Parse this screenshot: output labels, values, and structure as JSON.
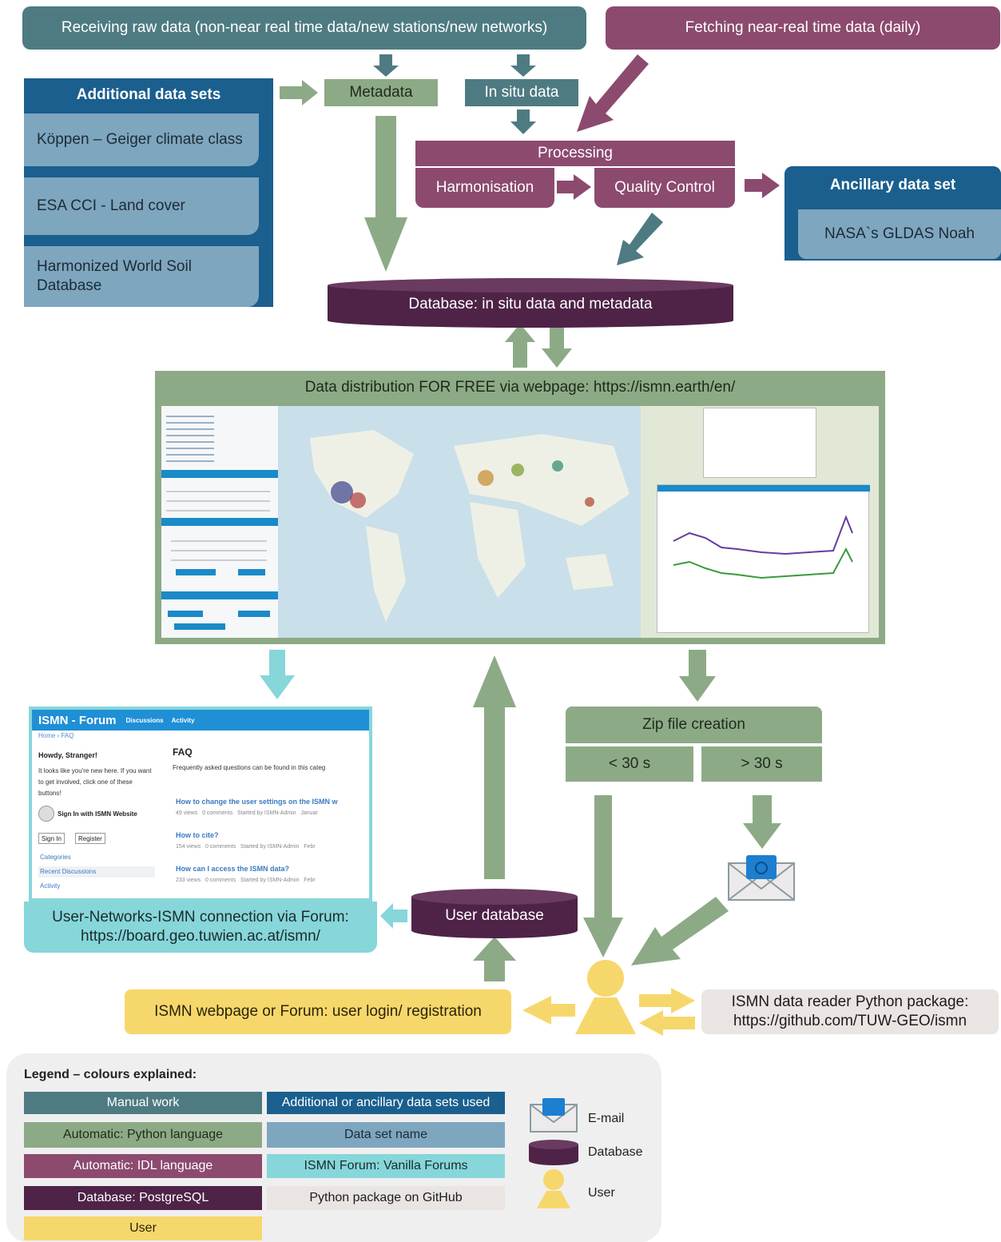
{
  "top": {
    "manual_input": "Receiving raw data (non-near real time data/new stations/new networks)",
    "nrt_fetch": "Fetching near-real time data (daily)"
  },
  "additional": {
    "header": "Additional data sets",
    "items": [
      "Köppen – Geiger climate class",
      "ESA CCI - Land cover",
      "Harmonized World Soil Database"
    ]
  },
  "metadata": "Metadata",
  "in_situ": "In situ data",
  "processing": {
    "title": "Processing",
    "harmonisation": "Harmonisation",
    "quality_control": "Quality Control"
  },
  "ancillary": {
    "header": "Ancillary data set",
    "item": "NASA`s GLDAS Noah"
  },
  "database_main": "Database: in situ data and metadata",
  "distribution": "Data distribution FOR FREE via webpage: https://ismn.earth/en/",
  "forum_shot": {
    "brand": "ISMN - Forum",
    "nav": [
      "Discussions",
      "Activity"
    ],
    "crumb": "Home › FAQ",
    "greeting": "Howdy, Stranger!",
    "intro": "It looks like you're new here. If you want to get involved, click one of these buttons!",
    "signin_ismn": "Sign In with ISMN Website",
    "buttons": [
      "Sign In",
      "Register"
    ],
    "side_links": [
      "Categories",
      "Recent Discussions",
      "Activity"
    ],
    "faq_title": "FAQ",
    "faq_sub": "Frequently asked questions can be found in this categ",
    "topics": [
      {
        "title": "How to change the user settings on the ISMN w",
        "meta": "49 views   0 comments   Started by ISMN-Admin   Januar"
      },
      {
        "title": "How to cite?",
        "meta": "154 views   0 comments   Started by ISMN-Admin   Febr"
      },
      {
        "title": "How can I access the ISMN data?",
        "meta": "233 views   0 comments   Started by ISMN-Admin   Febr"
      }
    ]
  },
  "forum_caption": "User-Networks-ISMN connection via Forum: https://board.geo.tuwien.ac.at/ismn/",
  "user_database": "User database",
  "zip": {
    "title": "Zip file creation",
    "fast": "< 30 s",
    "slow": "> 30 s"
  },
  "login": "ISMN webpage or Forum: user login/ registration",
  "python_pkg": "ISMN data reader Python package: https://github.com/TUW-GEO/ismn",
  "legend": {
    "title": "Legend – colours explained:",
    "entries": [
      {
        "label": "Manual work",
        "color": "#4e7b82"
      },
      {
        "label": "Automatic: Python language",
        "color": "#8daa86"
      },
      {
        "label": "Automatic: IDL language",
        "color": "#8c4a6f"
      },
      {
        "label": "Database: PostgreSQL",
        "color": "#4e2347"
      },
      {
        "label": "User",
        "color": "#f6d76b"
      },
      {
        "label": "Additional or ancillary data sets used",
        "color": "#1a5f8e"
      },
      {
        "label": "Data set name",
        "color": "#7ea6bf"
      },
      {
        "label": "ISMN Forum: Vanilla Forums",
        "color": "#86d6da"
      },
      {
        "label": "Python package on GitHub",
        "color": "#eae5e2"
      }
    ],
    "icons": {
      "email": "E-mail",
      "database": "Database",
      "user": "User"
    }
  }
}
